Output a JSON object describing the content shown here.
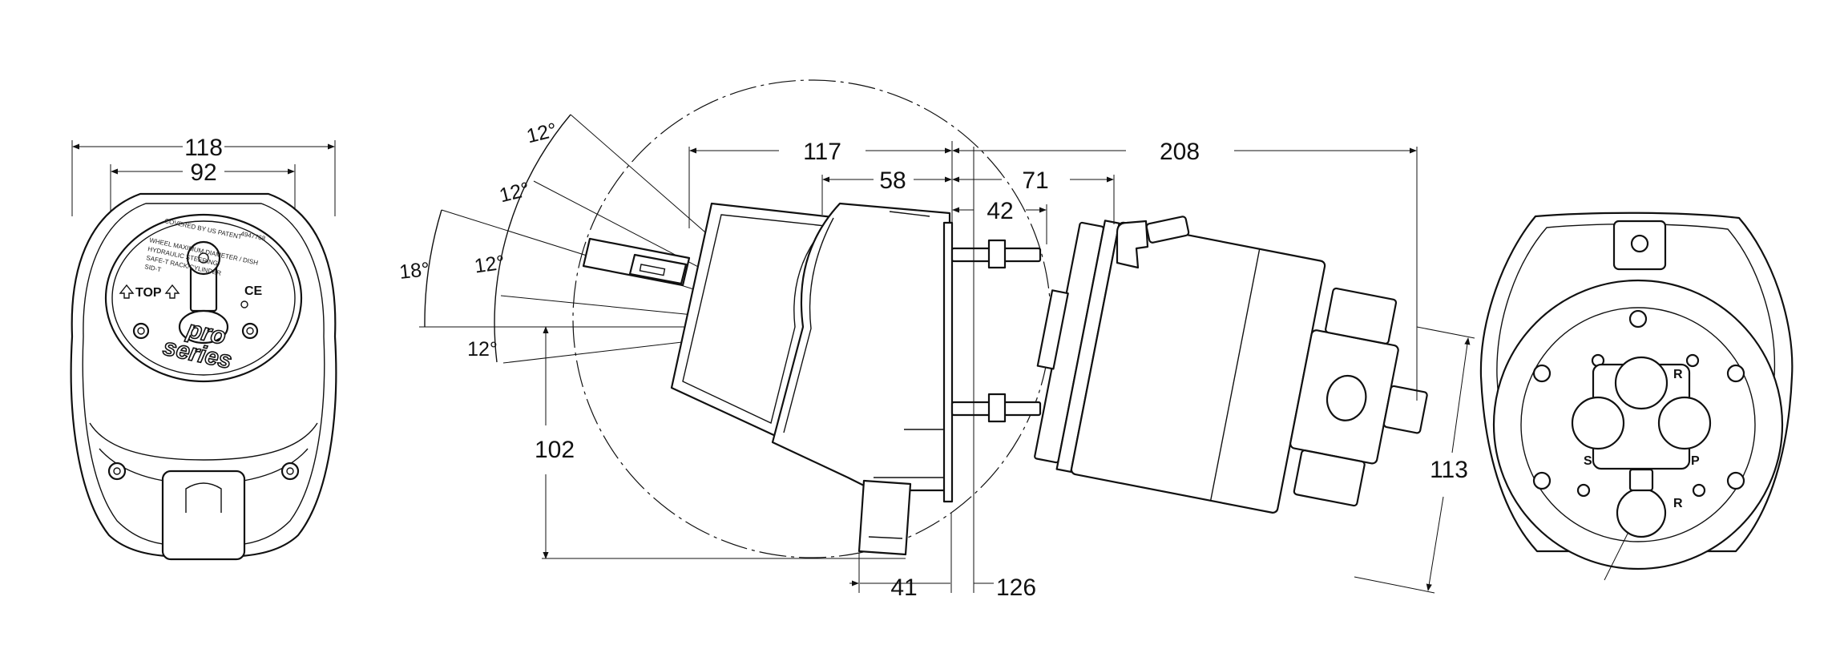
{
  "dimensions": {
    "d118": "118",
    "d92": "92",
    "d117": "117",
    "d58": "58",
    "d71": "71",
    "d208": "208",
    "d42": "42",
    "d102": "102",
    "d41": "41",
    "d126": "126",
    "d113": "113"
  },
  "angles": {
    "a1": "12°",
    "a2": "12°",
    "a3": "12°",
    "a4": "12°",
    "a5": "18°"
  },
  "front_view": {
    "patent": "COVERED BY US PATENT",
    "patent_no": "4947768",
    "label_line1": "WHEEL MAXIMUM DIAMETER / DISH",
    "label_line2": "HYDRAULIC STEERING",
    "label_line3": "SAFE-T RACK/CYLINDER",
    "label_line4": "SID-T",
    "top_left": "TOP",
    "ce_mark": "CE",
    "logo_top": "pro",
    "logo_bottom": "series"
  },
  "rear_view": {
    "port_s": "S",
    "port_p": "P",
    "port_r_top": "R",
    "port_r_bottom": "R"
  }
}
